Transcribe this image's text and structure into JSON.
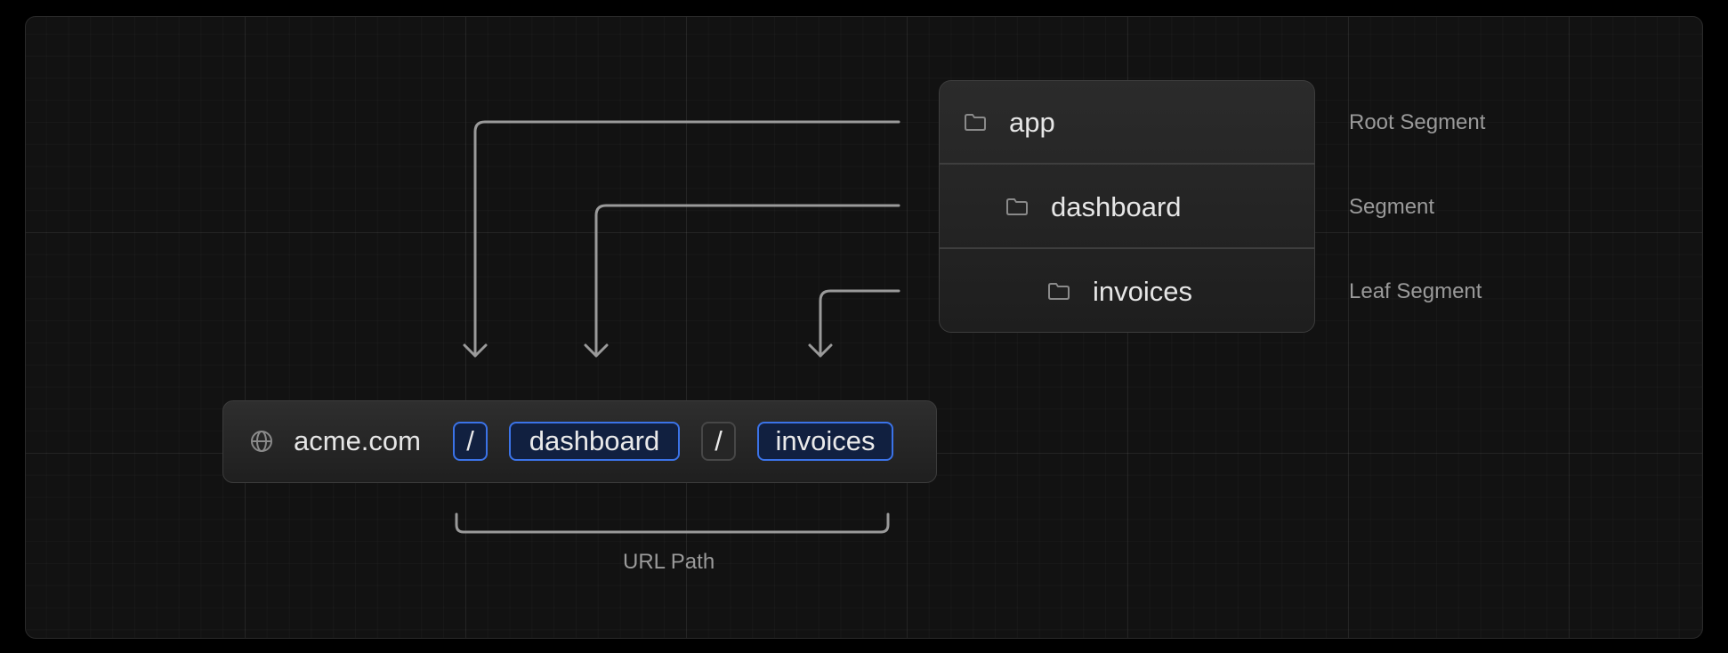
{
  "url_bar": {
    "icon": "globe-icon",
    "host": "acme.com",
    "segments": [
      "/",
      "dashboard",
      "/",
      "invoices"
    ]
  },
  "url_path_label": "URL Path",
  "tree": {
    "items": [
      {
        "icon": "folder-icon",
        "name": "app",
        "role": "Root Segment"
      },
      {
        "icon": "folder-icon",
        "name": "dashboard",
        "role": "Segment"
      },
      {
        "icon": "folder-icon",
        "name": "invoices",
        "role": "Leaf Segment"
      }
    ]
  },
  "colors": {
    "background": "#000000",
    "canvas": "#121212",
    "accent": "#3b73e8",
    "line": "#9a9a9a",
    "text": "#e6e6e6",
    "muted_text": "#9a9a9a"
  }
}
